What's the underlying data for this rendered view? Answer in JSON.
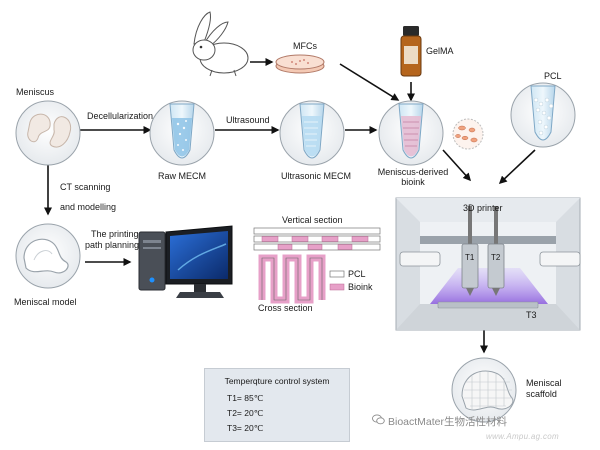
{
  "labels": {
    "meniscus": "Meniscus",
    "decellularization": "Decellularization",
    "raw_mecm": "Raw MECM",
    "ultrasound": "Ultrasound",
    "ultrasonic_mecm": "Ultrasonic MECM",
    "mfcs": "MFCs",
    "gelma": "GelMA",
    "bioink_line1": "Meniscus-derived",
    "bioink_line2": "bioink",
    "pcl_tube": "PCL",
    "ct_line1": "CT scanning",
    "ct_line2": "and modelling",
    "path_line1": "The printing",
    "path_line2": "path planning",
    "meniscal_model": "Meniscal model",
    "vertical_section": "Vertical section",
    "cross_section": "Cross section",
    "legend_pcl": "PCL",
    "legend_bioink": "Bioink",
    "printer": "3D printer",
    "t1": "T1",
    "t2": "T2",
    "t3": "T3",
    "scaffold_line1": "Meniscal",
    "scaffold_line2": "scaffold"
  },
  "temperature_box": {
    "title": "Temperqture control system",
    "t1": "T1= 85℃",
    "t2": "T2= 20℃",
    "t3": "T3= 20℃"
  },
  "watermark": {
    "text": "BioactMater生物活性材料",
    "sub": "www.Ampu.ag.com"
  },
  "colors": {
    "bioink": "#e7a0c8",
    "pcl": "#ffffff",
    "arrow": "#111111",
    "tube": "#b7d9ee",
    "printer_glow": "#9a6ee0"
  },
  "icons": {
    "rabbit": "rabbit-icon",
    "computer": "computer-icon",
    "wechat": "wechat-icon"
  }
}
